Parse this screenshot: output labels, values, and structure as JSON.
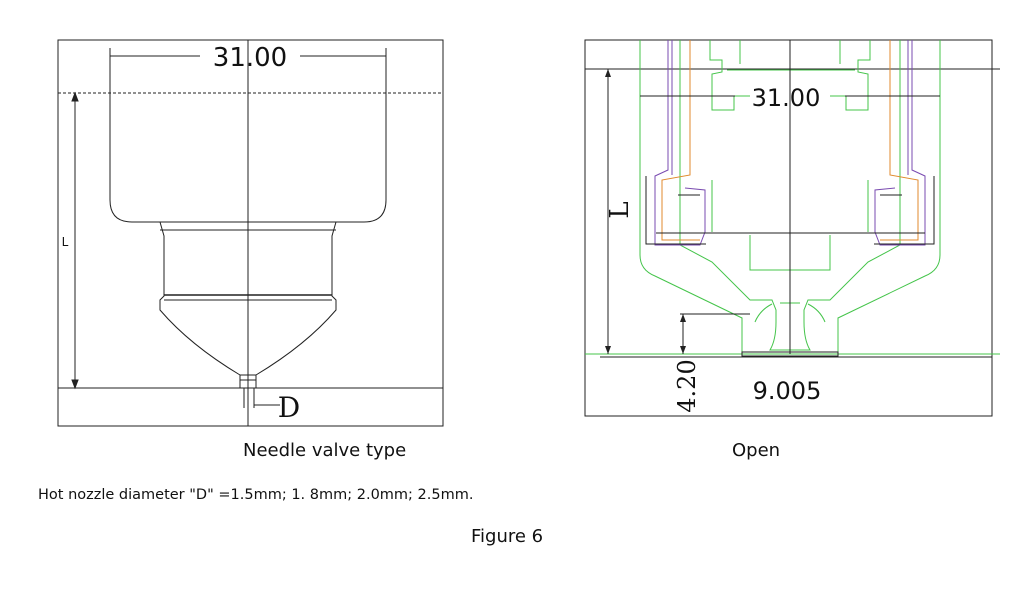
{
  "left_drawing": {
    "dim_diameter": "31.00",
    "dim_length": "L",
    "dim_orifice": "D"
  },
  "right_drawing": {
    "dim_diameter": "31.00",
    "dim_length": "L",
    "dim_height": "4.20",
    "dim_tip": "9.005"
  },
  "captions": {
    "left": "Needle valve type",
    "right": "Open"
  },
  "note": "Hot nozzle diameter \"D\" =1.5mm; 1. 8mm; 2.0mm; 2.5mm.",
  "figure_label": "Figure 6",
  "colors": {
    "line": "#222222",
    "green": "#44c44a",
    "purple": "#7a4bb0",
    "orange": "#e08a2c"
  }
}
